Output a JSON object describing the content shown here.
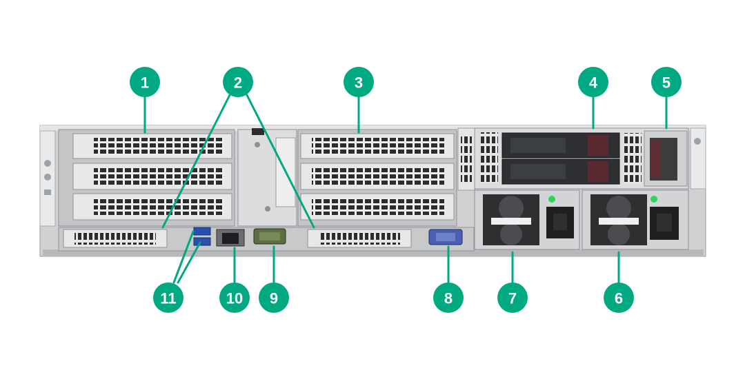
{
  "colors": {
    "callout": "#01A982",
    "chassis_light": "#d7d8d9",
    "chassis_mid": "#b9bbbd",
    "chassis_dark": "#3a3c3e",
    "led_green": "#2fd35a",
    "port_blue": "#3a6fd8",
    "vga_blue": "#4a5fb0"
  },
  "callouts": [
    {
      "label": "1",
      "icon": "pcie-riser-1"
    },
    {
      "label": "2",
      "icon": "ocp-slots"
    },
    {
      "label": "3",
      "icon": "pcie-riser-2"
    },
    {
      "label": "4",
      "icon": "drive-cage"
    },
    {
      "label": "5",
      "icon": "drive-slot"
    },
    {
      "label": "6",
      "icon": "power-supply-2"
    },
    {
      "label": "7",
      "icon": "power-supply-1"
    },
    {
      "label": "8",
      "icon": "vga-port"
    },
    {
      "label": "9",
      "icon": "serial-port"
    },
    {
      "label": "10",
      "icon": "ilo-network-port"
    },
    {
      "label": "11",
      "icon": "usb-ports"
    }
  ]
}
